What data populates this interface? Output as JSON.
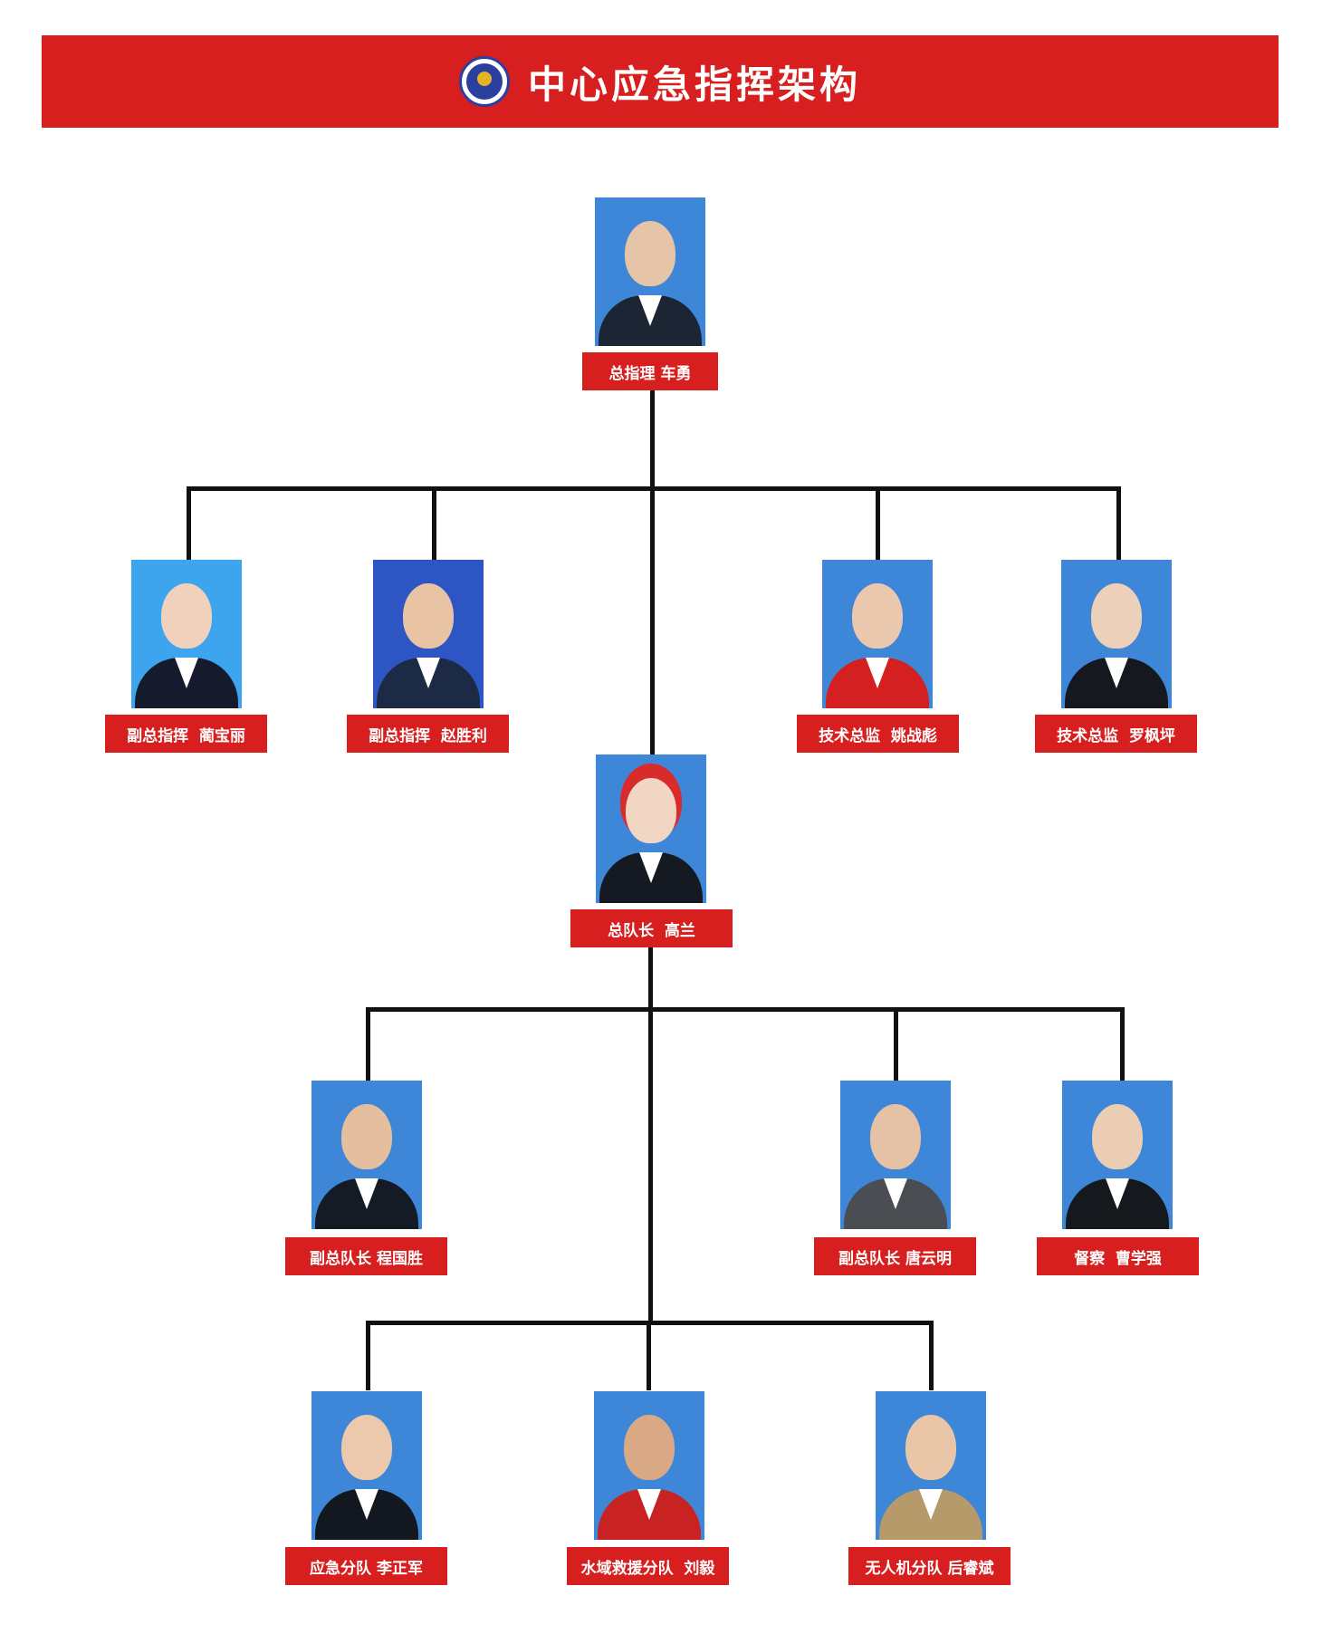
{
  "header": {
    "title": "中心应急指挥架构",
    "emblem_icon": "association-emblem-icon"
  },
  "colors": {
    "banner": "#d71f1f",
    "label": "#d71f1f",
    "connector": "#111111",
    "photo_bg": "#3d86d8"
  },
  "chief": {
    "label": "总指理 车勇"
  },
  "deputies": [
    {
      "label": "副总指挥  蔺宝丽"
    },
    {
      "label": "副总指挥  赵胜利"
    },
    {
      "label": "技术总监  姚战彪"
    },
    {
      "label": "技术总监  罗枫坪"
    }
  ],
  "captain": {
    "label": "总队长  高兰"
  },
  "vice_captains": [
    {
      "label": "副总队长 程国胜"
    },
    {
      "label": "副总队长 唐云明"
    },
    {
      "label": "督察  曹学强"
    }
  ],
  "squads": [
    {
      "label": "应急分队 李正军"
    },
    {
      "label": "水域救援分队  刘毅"
    },
    {
      "label": "无人机分队 后睿斌"
    }
  ]
}
